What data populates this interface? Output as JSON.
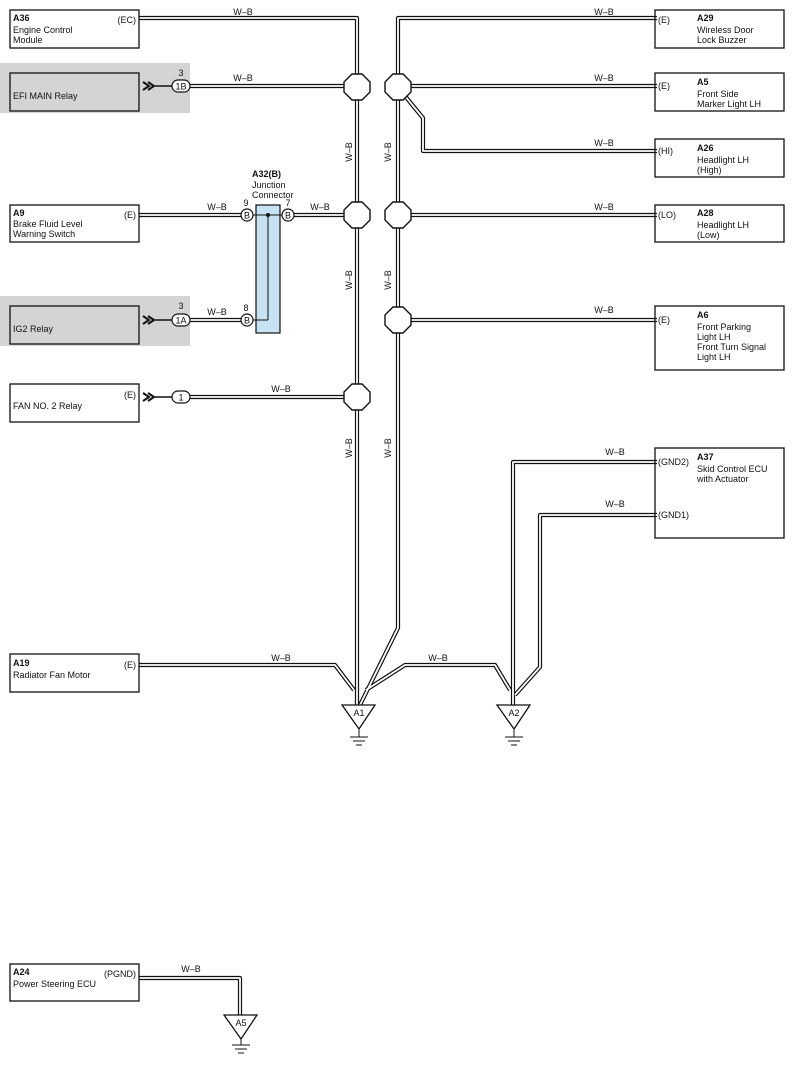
{
  "wire_color": "W–B",
  "components": {
    "a36": {
      "code": "A36",
      "name1": "Engine Control",
      "name2": "Module",
      "terminal": "(EC)"
    },
    "efi": {
      "name": "EFI MAIN Relay",
      "pin": "3",
      "connector": "1B"
    },
    "a9": {
      "code": "A9",
      "name1": "Brake Fluid Level",
      "name2": "Warning Switch",
      "terminal": "(E)"
    },
    "ig2": {
      "name": "IG2 Relay",
      "pin": "3",
      "connector": "1A"
    },
    "fan": {
      "name": "FAN NO. 2 Relay",
      "terminal": "(E)",
      "connector": "1"
    },
    "a19": {
      "code": "A19",
      "name1": "Radiator Fan Motor",
      "terminal": "(E)"
    },
    "a24": {
      "code": "A24",
      "name1": "Power Steering ECU",
      "terminal": "(PGND)"
    },
    "a29": {
      "code": "A29",
      "name1": "Wireless Door",
      "name2": "Lock Buzzer",
      "terminal": "(E)"
    },
    "a5": {
      "code": "A5",
      "name1": "Front Side",
      "name2": "Marker Light LH",
      "terminal": "(E)"
    },
    "a26": {
      "code": "A26",
      "name1": "Headlight LH",
      "name2": "(High)",
      "terminal": "(HI)"
    },
    "a28": {
      "code": "A28",
      "name1": "Headlight LH",
      "name2": "(Low)",
      "terminal": "(LO)"
    },
    "a6": {
      "code": "A6",
      "name1": "Front Parking",
      "name2": "Light LH",
      "name3": "Front Turn Signal",
      "name4": "Light LH",
      "terminal": "(E)"
    },
    "a37": {
      "code": "A37",
      "name1": "Skid Control ECU",
      "name2": "with Actuator",
      "terminal1": "(GND2)",
      "terminal2": "(GND1)"
    }
  },
  "junction": {
    "code": "A32(B)",
    "name1": "Junction",
    "name2": "Connector",
    "pin9": "9",
    "pin7": "7",
    "pin8": "8",
    "letter": "B"
  },
  "grounds": {
    "a1": "A1",
    "a2": "A2",
    "a5": "A5"
  },
  "colors": {
    "relay_fill": "#d4d4d6",
    "junction_fill": "#c7e3f3",
    "wire": "#111111"
  }
}
